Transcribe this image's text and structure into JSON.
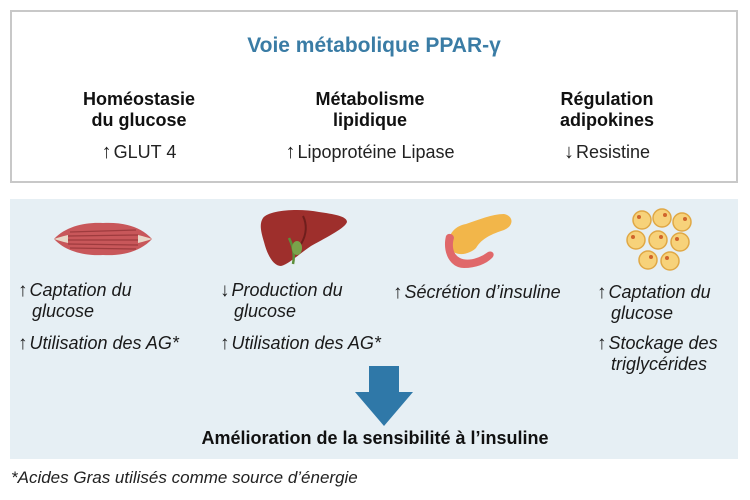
{
  "title": "Voie métabolique PPAR-γ",
  "columns": [
    {
      "head_line1": "Homéostasie",
      "head_line2": "du glucose",
      "arrow": "↑",
      "value": "GLUT 4"
    },
    {
      "head_line1": "Métabolisme",
      "head_line2": "lipidique",
      "arrow": "↑",
      "value": "Lipoprotéine Lipase"
    },
    {
      "head_line1": "Régulation",
      "head_line2": "adipokines",
      "arrow": "↓",
      "value": "Resistine"
    }
  ],
  "organs": [
    {
      "icon": "muscle-icon",
      "effects": [
        {
          "arrow": "↑",
          "line1": "Captation du",
          "line2": "glucose"
        },
        {
          "arrow": "↑",
          "line1": "Utilisation des AG*",
          "line2": ""
        }
      ]
    },
    {
      "icon": "liver-icon",
      "effects": [
        {
          "arrow": "↓",
          "line1": "Production du",
          "line2": "glucose"
        },
        {
          "arrow": "↑",
          "line1": "Utilisation des AG*",
          "line2": ""
        }
      ]
    },
    {
      "icon": "pancreas-icon",
      "effects": [
        {
          "arrow": "↑",
          "line1": "Sécrétion d’insuline",
          "line2": ""
        }
      ]
    },
    {
      "icon": "adipocytes-icon",
      "effects": [
        {
          "arrow": "↑",
          "line1": "Captation du",
          "line2": "glucose"
        },
        {
          "arrow": "↑",
          "line1": "Stockage des",
          "line2": "triglycérides"
        }
      ]
    }
  ],
  "conclusion": "Amélioration de la sensibilité à l’insuline",
  "footnote": "*Acides Gras utilisés comme source d’énergie",
  "colors": {
    "title": "#3a7ca5",
    "arrow": "#2f78a8",
    "panel": "#e6eff4"
  }
}
